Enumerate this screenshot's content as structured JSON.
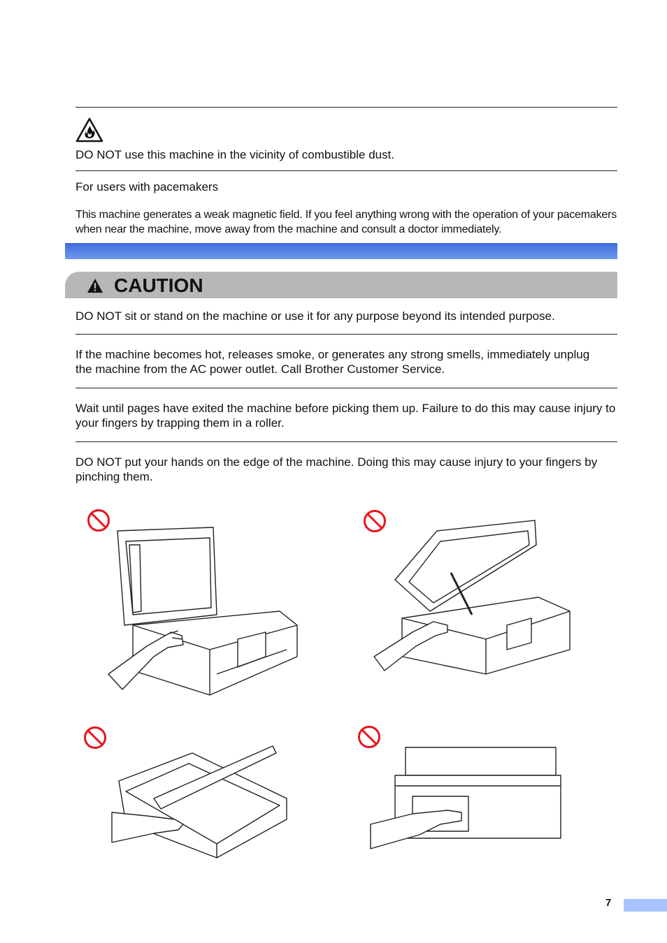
{
  "warning_section": {
    "fire_icon": "flammable-warning-icon",
    "dust_text": "DO NOT use this machine in the vicinity of combustible dust.",
    "pacemaker_heading": "For users with pacemakers",
    "pacemaker_text": "This machine generates a weak magnetic field. If you feel anything wrong with the operation of your pacemakers when near the machine, move away from the machine and consult a doctor immediately."
  },
  "caution_section": {
    "label": "CAUTION",
    "icon": "warning-triangle-icon",
    "items": [
      "DO NOT sit or stand on the machine or use it for any purpose beyond its intended purpose.",
      "If the machine becomes hot, releases smoke, or generates any strong smells, immediately unplug the machine from the AC power outlet. Call Brother Customer Service.",
      "Wait until pages have exited the machine before picking them up. Failure to do this may cause injury to your fingers by trapping them in a roller.",
      "DO NOT put your hands on the edge of the machine. Doing this may cause injury to your fingers by pinching them."
    ]
  },
  "illustrations": {
    "prohibited_icon": "prohibited-icon"
  },
  "footer": {
    "page_number": "7"
  },
  "colors": {
    "header_bar": "#4a7ae4",
    "caution_bar": "#b7b7b7",
    "prohibited_red": "#e8141c",
    "page_tab": "#a9c3ff"
  }
}
